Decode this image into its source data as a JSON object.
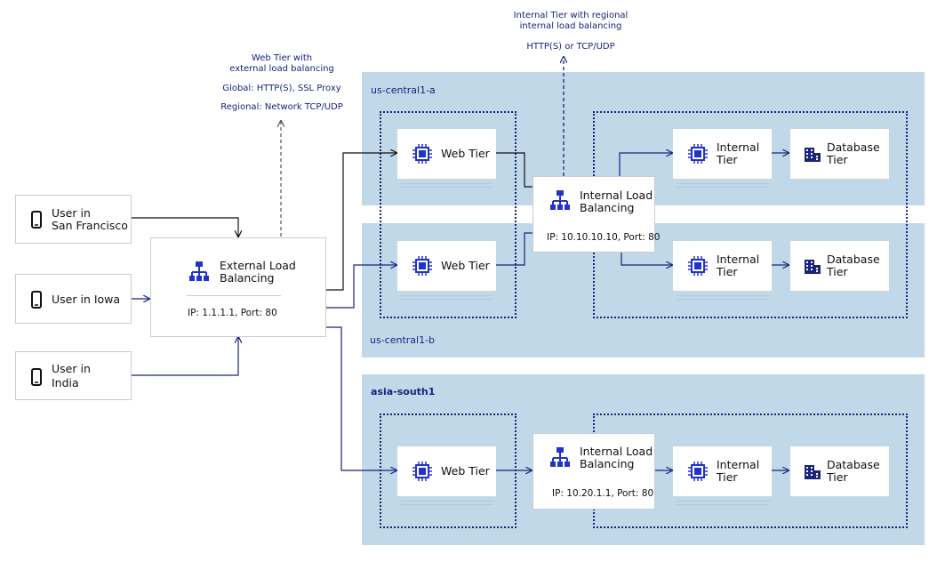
{
  "users": [
    {
      "label_lines": [
        "User in",
        "San Francisco"
      ]
    },
    {
      "label_lines": [
        "User in Iowa"
      ]
    },
    {
      "label_lines": [
        "User in",
        "India"
      ]
    }
  ],
  "external_lb": {
    "title_lines": [
      "External Load",
      "Balancing"
    ],
    "ip": "IP: 1.1.1.1, Port: 80"
  },
  "web_tier_note": {
    "lines": [
      "Web Tier with",
      "external load balancing"
    ],
    "global": "Global: HTTP(S), SSL Proxy",
    "regional": "Regional: Network TCP/UDP"
  },
  "internal_tier_note": {
    "lines": [
      "Internal Tier with regional",
      "internal load balancing"
    ],
    "protocol": "HTTP(S) or TCP/UDP"
  },
  "regions": {
    "us_central1_a": "us-central1-a",
    "us_central1_b": "us-central1-b",
    "asia_south1": "asia-south1"
  },
  "web_tier_label": "Web Tier",
  "internal_tier_lines": [
    "Internal",
    "Tier"
  ],
  "database_tier_lines": [
    "Database",
    "Tier"
  ],
  "internal_lb_us": {
    "title_lines": [
      "Internal Load",
      "Balancing"
    ],
    "ip": "IP: 10.10.10.10, Port: 80"
  },
  "internal_lb_asia": {
    "title_lines": [
      "Internal Load",
      "Balancing"
    ],
    "ip": "IP: 10.20.1.1, Port: 80"
  },
  "colors": {
    "accent": "#1a237e",
    "icon_blue": "#2233cc",
    "region_bg": "#c0d8e8",
    "arrow_gray": "#555555"
  },
  "icons": {
    "device": "smartphone-icon",
    "load_balancer": "load-balancer-icon",
    "compute": "chip-icon",
    "database": "building-icon"
  }
}
